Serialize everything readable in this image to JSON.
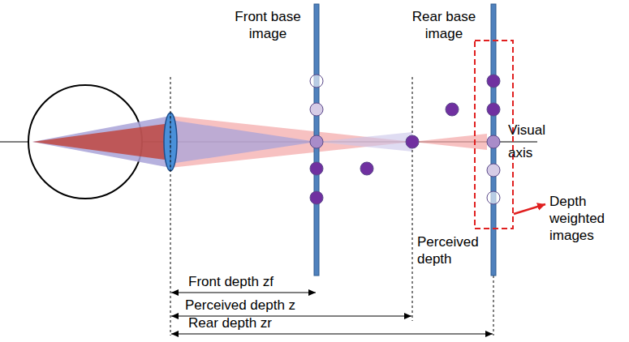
{
  "diagram": {
    "labels": [
      "Front base image",
      "Rear base image",
      "Visual axis",
      "Depth weighted images",
      "Front depth zf",
      "Perceived depth z",
      "Rear depth zr",
      "Perceived depth"
    ]
  }
}
